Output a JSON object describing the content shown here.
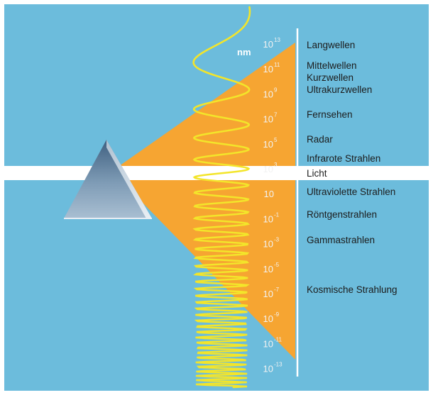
{
  "colors": {
    "background": "#6cbcdc",
    "border": "#ffffff",
    "spectrum": "#f6a532",
    "light_beam": "#ffffff",
    "wave": "#f3e52a",
    "prism_top": "#3f5f80",
    "prism_bottom": "#a9bfd2",
    "scale_text": "#f2f2f2",
    "band_text": "#1c1c1c"
  },
  "unit": "nm",
  "scale": [
    {
      "base": "10",
      "exp": "13"
    },
    {
      "base": "10",
      "exp": "11"
    },
    {
      "base": "10",
      "exp": "9"
    },
    {
      "base": "10",
      "exp": "7"
    },
    {
      "base": "10",
      "exp": "5"
    },
    {
      "base": "10",
      "exp": "3"
    },
    {
      "base": "10",
      "exp": ""
    },
    {
      "base": "10",
      "exp": "-1"
    },
    {
      "base": "10",
      "exp": "-3"
    },
    {
      "base": "10",
      "exp": "-5"
    },
    {
      "base": "10",
      "exp": "-7"
    },
    {
      "base": "10",
      "exp": "-9"
    },
    {
      "base": "10",
      "exp": "-11"
    },
    {
      "base": "10",
      "exp": "-13"
    }
  ],
  "bands": [
    "Langwellen",
    "Mittelwellen",
    "Kurzwellen",
    "Ultrakurzwellen",
    "Fernsehen",
    "Radar",
    "Infrarote Strahlen",
    "Licht",
    "Ultraviolette Strahlen",
    "Röntgenstrahlen",
    "Gammastrahlen",
    "Kosmische Strahlung"
  ],
  "prism_icon": "triangular-prism",
  "wave_icon": "sine-wave-increasing-frequency"
}
